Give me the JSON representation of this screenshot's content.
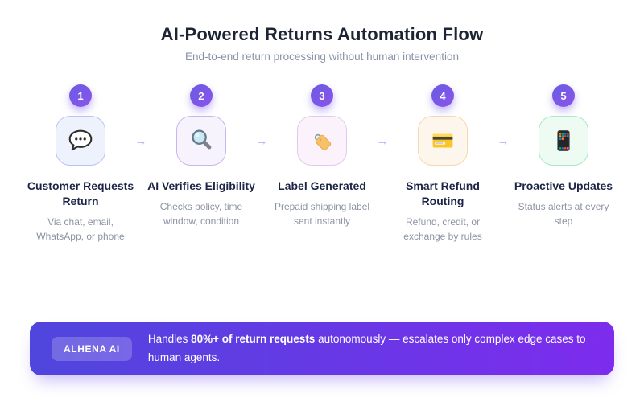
{
  "header": {
    "title": "AI-Powered Returns Automation Flow",
    "subtitle": "End-to-end return processing without human intervention"
  },
  "arrow_glyph": "→",
  "steps": [
    {
      "number": "1",
      "icon": "speech-bubble-icon",
      "title": "Customer Requests Return",
      "description": "Via chat, email, WhatsApp, or phone",
      "box_bg": "#eef2fd",
      "box_border": "#b9c4f2"
    },
    {
      "number": "2",
      "icon": "magnifier-icon",
      "title": "AI Verifies Eligibility",
      "description": "Checks policy, time window, condition",
      "box_bg": "#f6f3fd",
      "box_border": "#c9b6f1"
    },
    {
      "number": "3",
      "icon": "tag-icon",
      "title": "Label Generated",
      "description": "Prepaid shipping label sent instantly",
      "box_bg": "#fbf2fb",
      "box_border": "#e3c9ef"
    },
    {
      "number": "4",
      "icon": "credit-card-icon",
      "title": "Smart Refund Routing",
      "description": "Refund, credit, or exchange by rules",
      "box_bg": "#fdf6ec",
      "box_border": "#f4d9ad"
    },
    {
      "number": "5",
      "icon": "mobile-phone-icon",
      "title": "Proactive Updates",
      "description": "Status alerts at every step",
      "box_bg": "#edfbf2",
      "box_border": "#aae8c6"
    }
  ],
  "banner": {
    "badge": "ALHENA AI",
    "text_prefix": "Handles ",
    "text_bold": "80%+ of return requests",
    "text_suffix": " autonomously — escalates only complex edge cases to human agents.",
    "gradient_start": "#4f46dd",
    "gradient_end": "#7d2ced"
  },
  "colors": {
    "step_badge_gradient_start": "#6a5ce1",
    "step_badge_gradient_end": "#8a53ec",
    "arrow": "#b4a9ef",
    "title_text": "#1d2534",
    "subtitle_text": "#8893a9",
    "step_title_text": "#1c2547",
    "step_desc_text": "#8c93a4"
  }
}
